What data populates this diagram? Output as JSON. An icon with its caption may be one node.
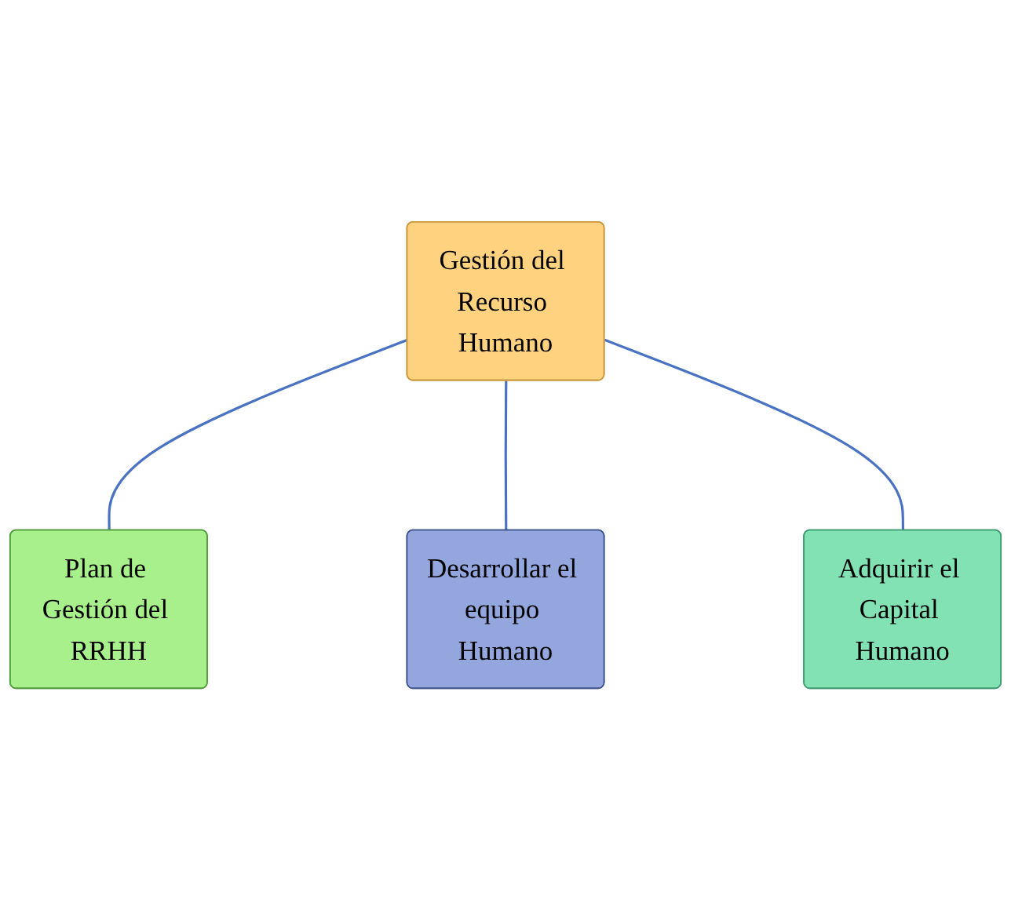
{
  "diagram": {
    "nodes": [
      {
        "text": [
          "Plan de Gestión del RRHH"
        ]
      },
      {
        "text": [
          "Gestión del Recurso Humano"
        ]
      },
      {
        "text": [
          "Desarrollar el equipo Humano"
        ]
      },
      {
        "text": [
          "Adquirir el Capital Humano"
        ]
      }
    ],
    "edges": [
      {
        "from": 1,
        "to": 0,
        "arrow": "none"
      },
      {
        "from": 1,
        "to": 2,
        "arrow": "none"
      },
      {
        "from": 1,
        "to": 3,
        "arrow": "none"
      }
    ]
  }
}
